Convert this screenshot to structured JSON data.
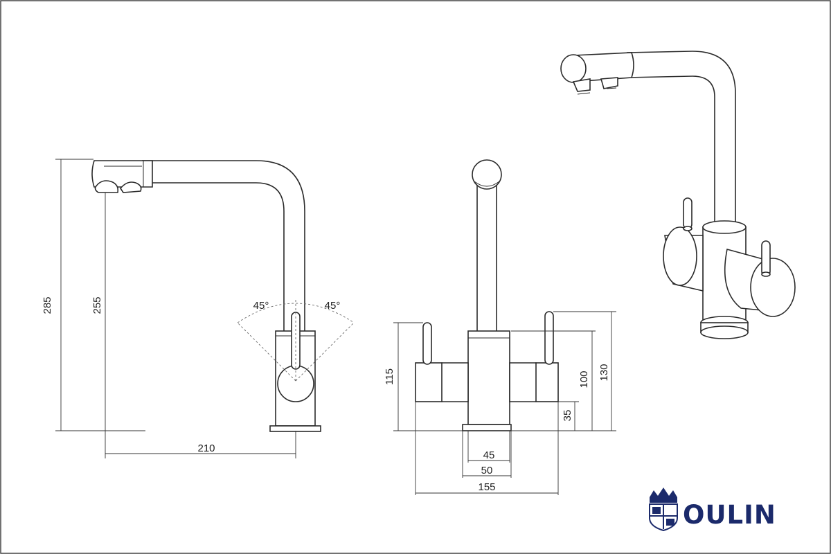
{
  "side_view": {
    "height_total": "285",
    "height_spout": "255",
    "reach": "210",
    "angle_left": "45°",
    "angle_right": "45°"
  },
  "front_view": {
    "height_lever": "115",
    "height_body": "100",
    "height_top": "130",
    "height_base": "35",
    "inner_width": "45",
    "base_width": "50",
    "overall_width": "155"
  },
  "brand": {
    "name": "OULIN",
    "color": "#1b2a6b"
  }
}
